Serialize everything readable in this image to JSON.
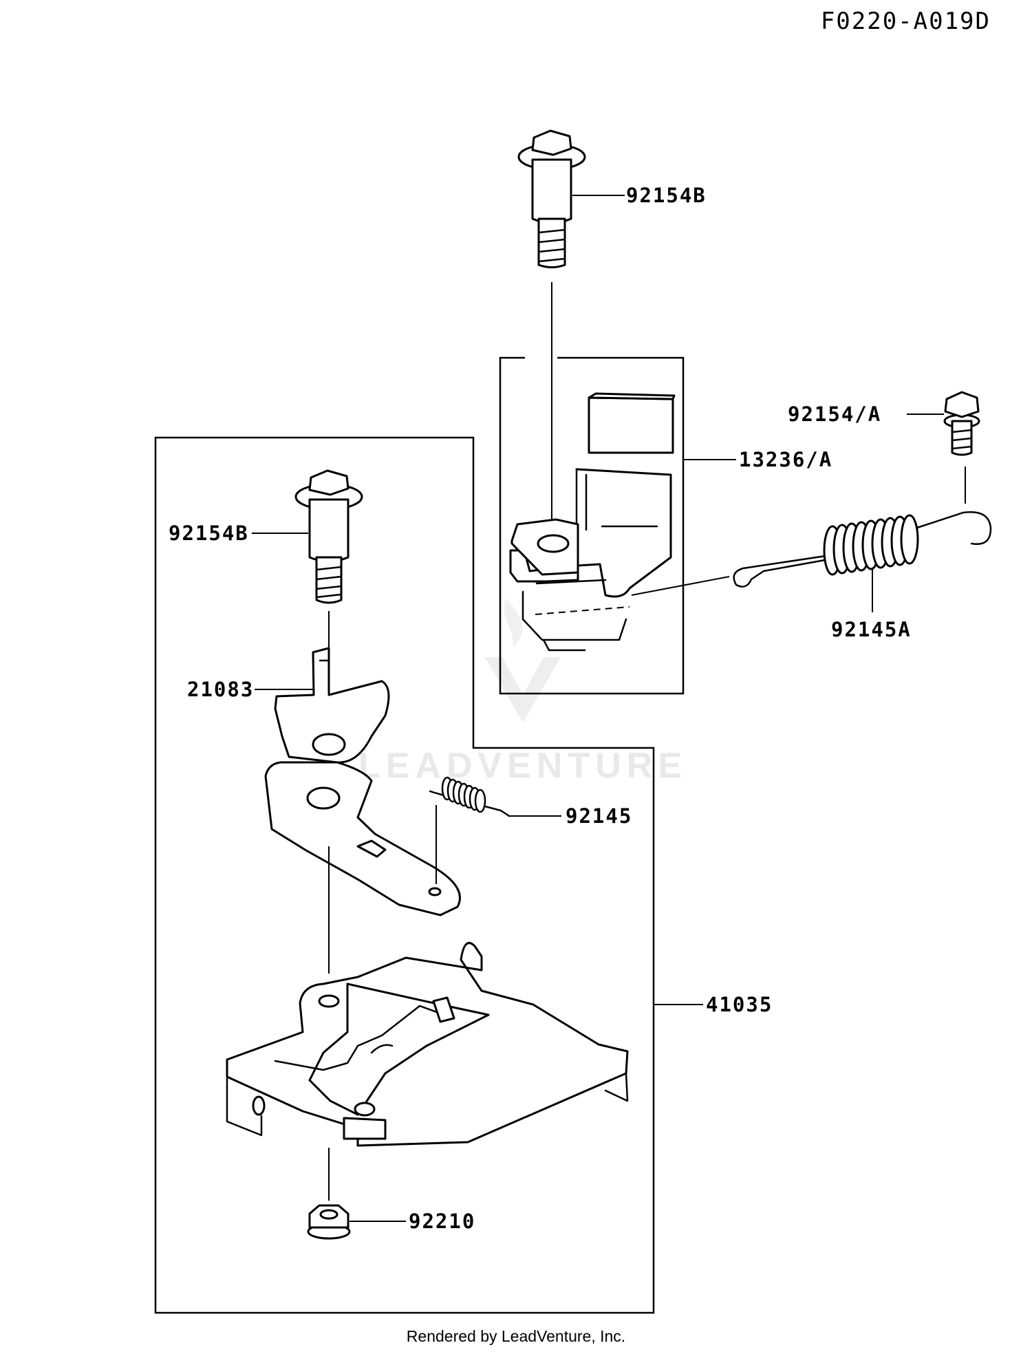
{
  "diagram": {
    "code": "F0220-A019D",
    "watermark": "LEADVENTURE",
    "footer": "Rendered by LeadVenture, Inc.",
    "callouts": {
      "bolt_top": "92154B",
      "bolt_inner": "92154B",
      "bolt_small": "92154/A",
      "bracket": "13236/A",
      "spring_large": "92145A",
      "lever": "21083",
      "spring_small": "92145",
      "plate": "41035",
      "nut": "92210"
    }
  }
}
